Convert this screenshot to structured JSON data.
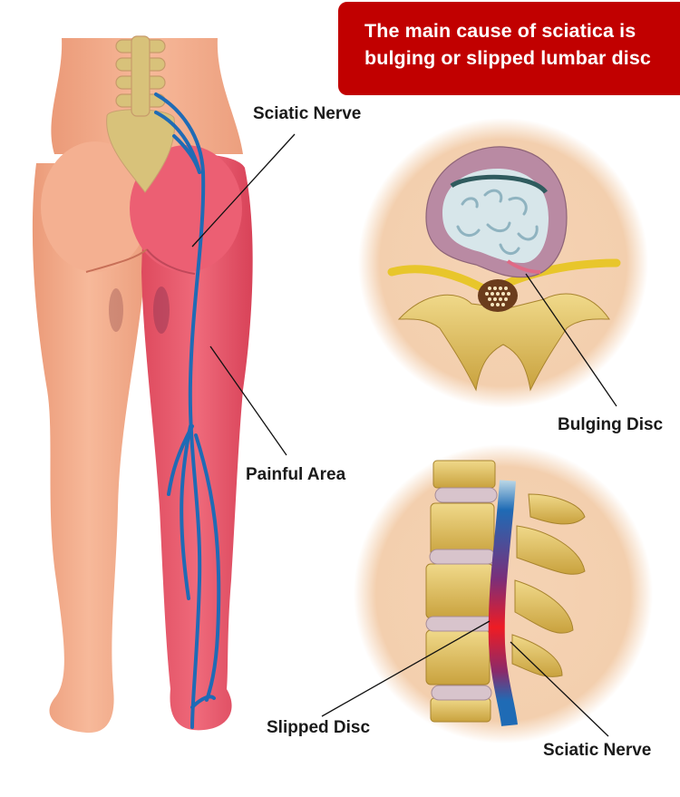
{
  "banner": {
    "line1": "The main cause of sciatica is",
    "line2": "bulging or slipped lumbar disc",
    "background_color": "#c10000",
    "text_color": "#ffffff"
  },
  "labels": {
    "sciatic_nerve_top": "Sciatic Nerve",
    "painful_area": "Painful Area",
    "bulging_disc": "Bulging Disc",
    "slipped_disc": "Slipped Disc",
    "sciatic_nerve_bottom": "Sciatic Nerve"
  },
  "illustrations": {
    "body_back_view": {
      "skin_color": "#f2a98a",
      "painful_leg_color": "#e8586a",
      "nerve_color": "#1f6bb5",
      "spine_color": "#d8c27a"
    },
    "disc_cross_section": {
      "circle_bg": "#f3cfae",
      "annulus_color": "#b98aa3",
      "nucleus_color": "#d7e6ea",
      "vertebra_color": "#d9b64e",
      "nerve_color": "#e8c62b"
    },
    "spine_side_view": {
      "circle_bg": "#f3cfae",
      "vertebra_color": "#dcbf62",
      "disc_color": "#d8c4cc",
      "nerve_gradient": [
        "#1f6bb5",
        "#ee1c24",
        "#1f6bb5"
      ]
    }
  }
}
